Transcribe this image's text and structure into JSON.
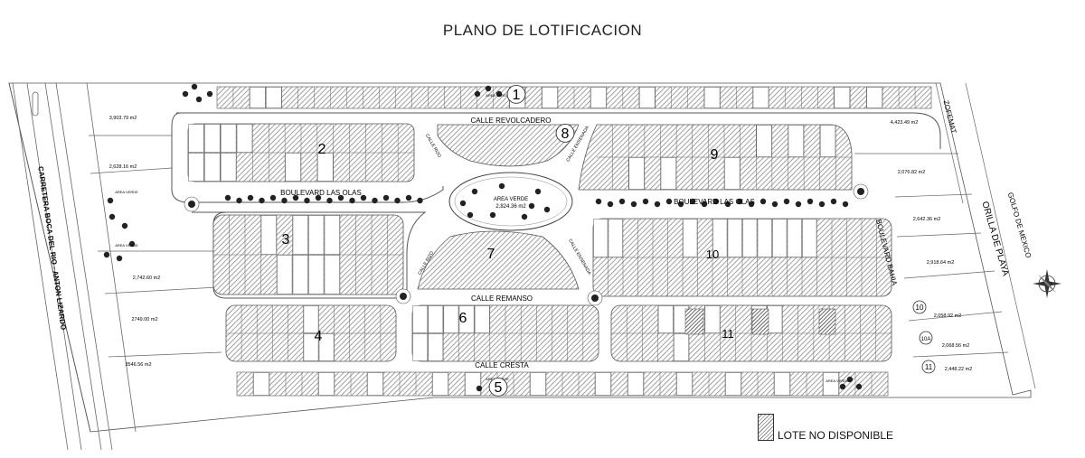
{
  "title": "PLANO DE LOTIFICACION",
  "legend": {
    "label": "LOTE NO DISPONIBLE"
  },
  "roads": {
    "carretera": "CARRETERA BOCA DEL RIO - ANTON LIZARDO",
    "calle_revolcadero": "CALLE REVOLCADERO",
    "boulevard_left": "BOULEVARD  LAS OLAS",
    "boulevard_right": "BOULEVARD  LAS OLAS",
    "calle_remanso": "CALLE   REMANSO",
    "calle_cresta": "CALLE   CRESTA",
    "boulevard_bahia": "BOULEVARD  BAHIA",
    "zofemat": "ZOFEMAT",
    "orilla": "ORILLA  DE  PLAYA",
    "golfo": "GOLFO DE MEXICO",
    "calle_rizo": "CALLE RIZO",
    "calle_ensenada": "CALLE ENSENADA"
  },
  "green": {
    "central_label": "AREA VERDE",
    "central_area": "2,824.36 m2",
    "small_label": "AREA VERDE"
  },
  "blocks": [
    "1",
    "2",
    "3",
    "4",
    "5",
    "6",
    "7",
    "8",
    "9",
    "10",
    "11"
  ],
  "side_markers": [
    "10",
    "10A",
    "11"
  ],
  "side_lots": {
    "left": [
      "3,903.79 m2",
      "2,628.16 m2",
      "2,742.60 m2",
      "2749.00  m2",
      "3546.56  m2"
    ],
    "right": [
      "4,423.49 m2",
      "2,076.82 m2",
      "2,642.36 m2",
      "2,918.64 m2",
      "2,058.92 m2",
      "2,068.56 m2",
      "2,448.22 m2"
    ]
  },
  "colors": {
    "line": "#444444",
    "hatch": "#8a8a8a",
    "background": "#ffffff"
  }
}
